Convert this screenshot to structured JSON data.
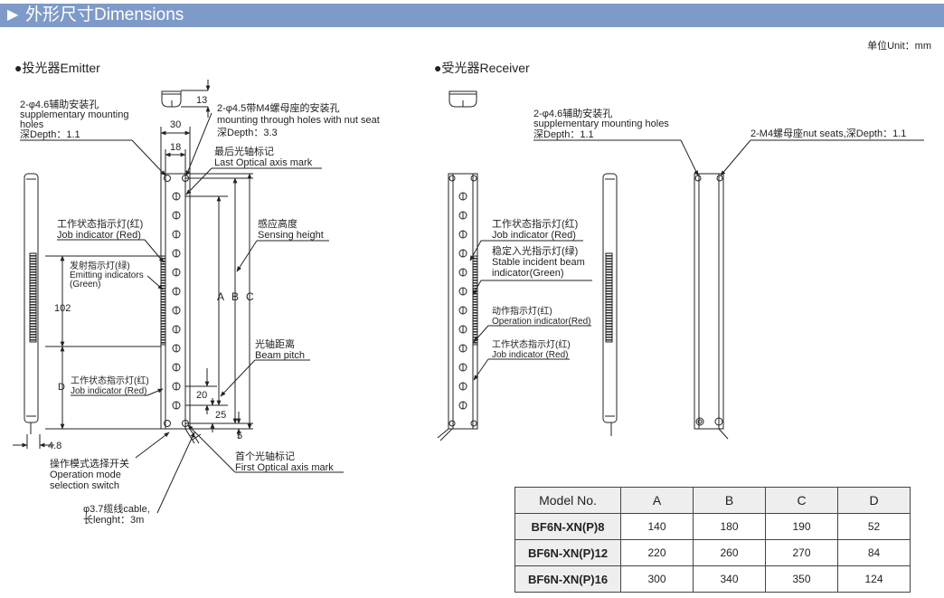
{
  "header": {
    "marker": "▶",
    "title": "外形尺寸Dimensions",
    "bg": "#7e9ac8"
  },
  "unit": "单位Unit：mm",
  "emitter": {
    "title": "●投光器Emitter",
    "supp_cn": "2-φ4.6辅助安装孔",
    "supp_en1": "supplementary mounting",
    "supp_en2": "holes",
    "supp_depth": "深Depth：1.1",
    "mount_cn": "2-φ4.5带M4螺母座的安装孔",
    "mount_en": "mounting through holes with nut seat",
    "mount_depth": "深Depth：3.3",
    "last_cn": "最后光轴标记",
    "last_en": "Last Optical axis mark",
    "job_cn": "工作状态指示灯(红)",
    "job_en": "Job indicator (Red)",
    "emit_cn": "发射指示灯(绿)",
    "emit_en": "Emitting indicators",
    "emit_en2": "(Green)",
    "sense_cn": "感应高度",
    "sense_en": "Sensing height",
    "pitch_cn": "光轴距离",
    "pitch_en": "Beam pitch",
    "job2_cn": "工作状态指示灯(红)",
    "job2_en": "Job indicator (Red)",
    "first_cn": "首个光轴标记",
    "first_en": "First Optical axis mark",
    "op_cn": "操作模式选择开关",
    "op_en1": "Operation mode",
    "op_en2": "selection switch",
    "cable1": "φ3.7缆线cable,",
    "cable2": "长lenght：3m",
    "dim_13": "13",
    "dim_30": "30",
    "dim_18": "18",
    "dim_102": "102",
    "dim_D": "D",
    "dim_A": "A",
    "dim_B": "B",
    "dim_C": "C",
    "dim_20": "20",
    "dim_25": "25",
    "dim_5": "5",
    "dim_48": "4.8"
  },
  "receiver": {
    "title": "●受光器Receiver",
    "supp_cn": "2-φ4.6辅助安装孔",
    "supp_en": "supplementary mounting holes",
    "supp_depth": "深Depth：1.1",
    "nut": "2-M4螺母座nut seats,深Depth：1.1",
    "job_cn": "工作状态指示灯(红)",
    "job_en": "Job indicator (Red)",
    "stable_cn": "稳定入光指示灯(绿)",
    "stable_en1": "Stable incident beam",
    "stable_en2": "indicator(Green)",
    "oper_cn": "动作指示灯(红)",
    "oper_en": "Operation indicator(Red)",
    "job2_cn": "工作状态指示灯(红)",
    "job2_en": "Job indicator (Red)"
  },
  "table": {
    "headers": [
      "Model No.",
      "A",
      "B",
      "C",
      "D"
    ],
    "rows": [
      [
        "BF6N-XN(P)8",
        "140",
        "180",
        "190",
        "52"
      ],
      [
        "BF6N-XN(P)12",
        "220",
        "260",
        "270",
        "84"
      ],
      [
        "BF6N-XN(P)16",
        "300",
        "340",
        "350",
        "124"
      ]
    ]
  }
}
